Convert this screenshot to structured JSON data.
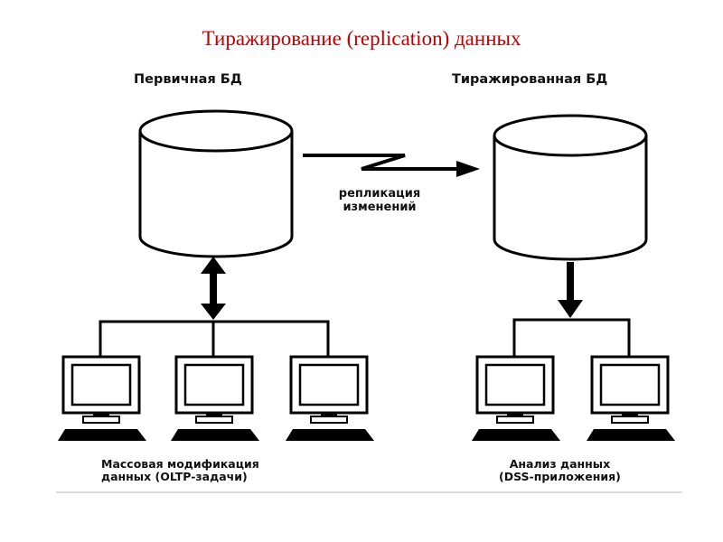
{
  "title": "Тиражирование (replication) данных",
  "primary_db": {
    "label": "Первичная БД"
  },
  "replica_db": {
    "label": "Тиражированная БД"
  },
  "replication_link": {
    "line1": "репликация",
    "line2": "изменений"
  },
  "left_group": {
    "caption_line1": "Массовая модификация",
    "caption_line2": "данных (OLTP-задачи)",
    "workstations": 3
  },
  "right_group": {
    "caption_line1": "Анализ данных",
    "caption_line2": "(DSS-приложения)",
    "workstations": 2
  },
  "colors": {
    "title": "#c00000",
    "lines": "#000000",
    "background": "#ffffff"
  },
  "icons": [
    "database-cylinder",
    "computer-workstation",
    "zigzag-arrow",
    "double-arrow",
    "down-arrow"
  ]
}
